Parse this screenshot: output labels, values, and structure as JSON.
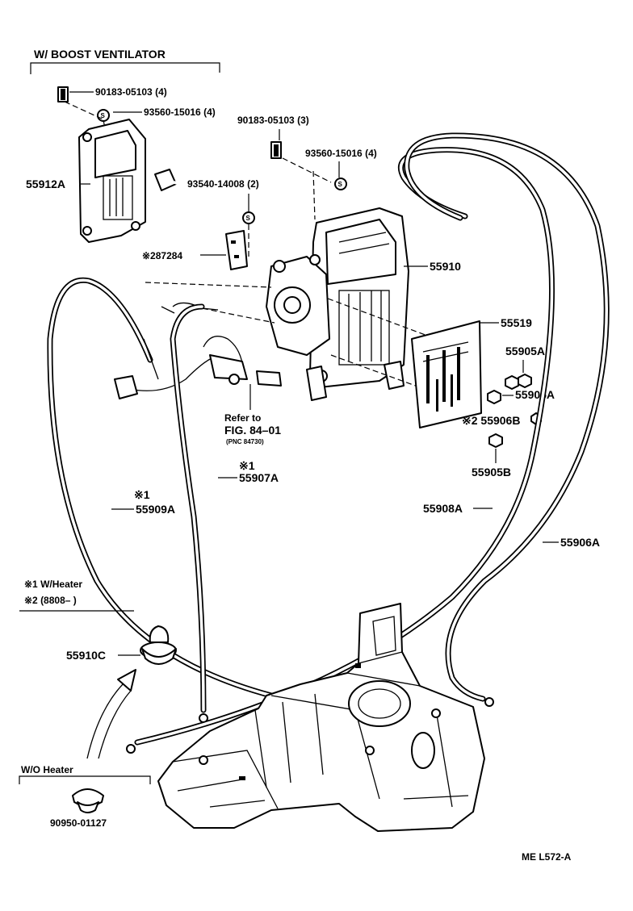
{
  "header": {
    "section_title": "W/ BOOST  VENTILATOR"
  },
  "parts": {
    "p_90183_05103_4": "90183-05103 (4)",
    "p_93560_15016_4a": "93560-15016 (4)",
    "p_90183_05103_3": "90183-05103 (3)",
    "p_93560_15016_4b": "93560-15016 (4)",
    "p_55912A": "55912A",
    "p_93540_14008_2": "93540-14008 (2)",
    "p_287284": "※287284",
    "p_55910": "55910",
    "p_55519": "55519",
    "p_55905A_1": "55905A",
    "p_55905A_2": "55905A",
    "p_55906B": "※2 55906B",
    "p_55905B": "55905B",
    "p_55907A_note": "※1",
    "p_55907A": "55907A",
    "p_55909A_note": "※1",
    "p_55909A": "55909A",
    "p_55908A": "55908A",
    "p_55906A": "55906A",
    "p_55910C": "55910C",
    "p_90950_01127": "90950-01127"
  },
  "refer": {
    "line1": "Refer to",
    "line2": "FIG. 84–01",
    "line3": "(PNC 84730)"
  },
  "notes": {
    "note1": "※1 W/Heater",
    "note2": "※2 (8808–        )",
    "wo_heater": "W/O Heater"
  },
  "footer": {
    "code": "ME L572-A"
  }
}
